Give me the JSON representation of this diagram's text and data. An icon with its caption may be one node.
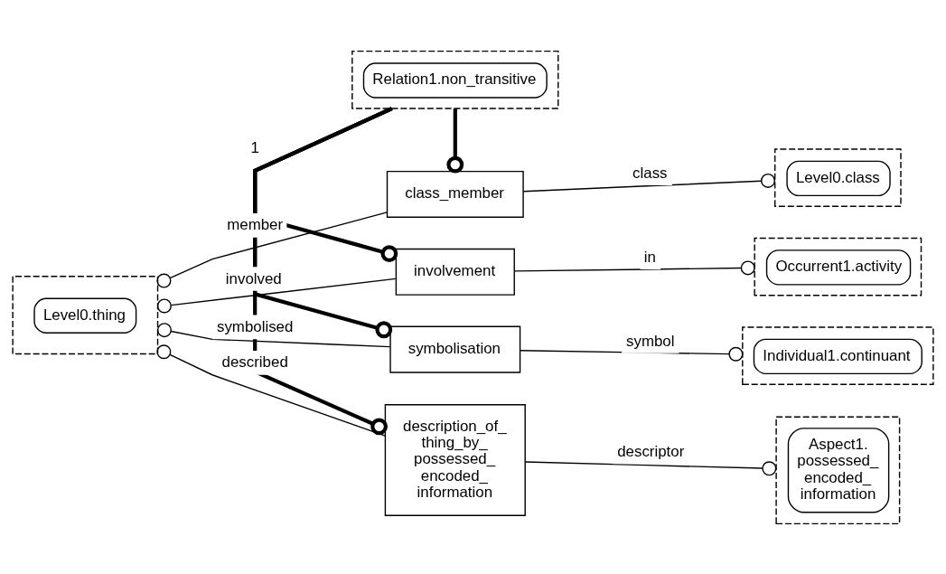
{
  "diagram": {
    "nodes": [
      {
        "text": [
          "Relation1.non_transitive"
        ]
      },
      {
        "text": [
          "Level0.thing"
        ]
      },
      {
        "text": [
          "class_member"
        ]
      },
      {
        "text": [
          "involvement"
        ]
      },
      {
        "text": [
          "symbolisation"
        ]
      },
      {
        "text": [
          "description_of_ thing_by_ possessed_ encoded_ information"
        ]
      },
      {
        "text": [
          "Level0.class"
        ]
      },
      {
        "text": [
          "Occurrent1.activity"
        ]
      },
      {
        "text": [
          "Individual1.continuant"
        ]
      },
      {
        "text": [
          "Aspect1. possessed_ encoded_ information"
        ]
      }
    ],
    "edges": [
      {
        "from": 0,
        "to": 2,
        "arrow": "other",
        "style": "thick"
      },
      {
        "from": 0,
        "to": 3,
        "arrow": "other",
        "style": "thick"
      },
      {
        "from": 0,
        "to": 4,
        "arrow": "other",
        "style": "thick"
      },
      {
        "from": 0,
        "to": 5,
        "arrow": "other",
        "style": "thick"
      },
      {
        "from": 2,
        "to": 1,
        "arrow": "other",
        "label": "member"
      },
      {
        "from": 2,
        "to": 6,
        "arrow": "other",
        "label": "class"
      },
      {
        "from": 3,
        "to": 1,
        "arrow": "other",
        "label": "involved"
      },
      {
        "from": 3,
        "to": 7,
        "arrow": "other",
        "label": "in"
      },
      {
        "from": 4,
        "to": 1,
        "arrow": "other",
        "label": "symbolised"
      },
      {
        "from": 4,
        "to": 8,
        "arrow": "other",
        "label": "symbol"
      },
      {
        "from": 5,
        "to": 1,
        "arrow": "other",
        "label": "described"
      },
      {
        "from": 5,
        "to": 9,
        "arrow": "other",
        "label": "descriptor"
      }
    ],
    "labels": [
      "1"
    ]
  }
}
